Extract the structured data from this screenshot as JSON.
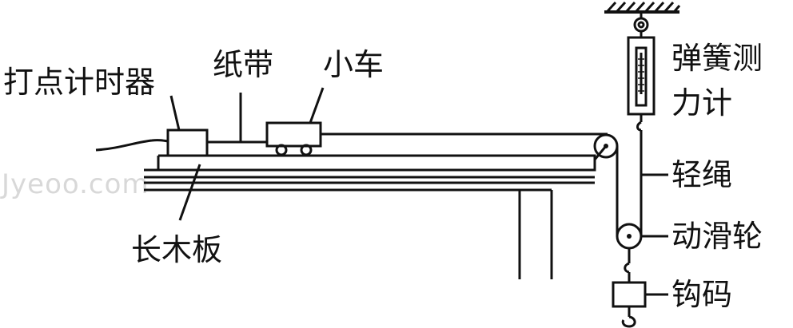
{
  "labels": {
    "timer": "打点计时器",
    "tape": "纸带",
    "cart": "小车",
    "board": "长木板",
    "scale_line1": "弹簧测",
    "scale_line2": "力计",
    "rope": "轻绳",
    "pulley": "动滑轮",
    "weight": "钩码"
  },
  "watermark": "Jyeoo.com",
  "colors": {
    "ink": "#111111",
    "background": "#ffffff",
    "watermark": "#d8d8d8"
  }
}
